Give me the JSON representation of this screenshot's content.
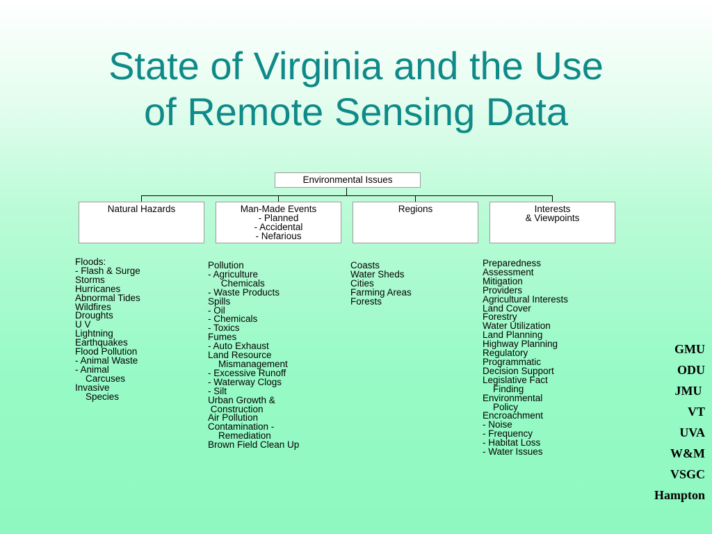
{
  "title": {
    "line1": "State of Virginia and the Use",
    "line2": "of Remote Sensing Data"
  },
  "diagram": {
    "root": "Environmental Issues",
    "categories": [
      {
        "lines": [
          "Natural Hazards"
        ]
      },
      {
        "lines": [
          "Man-Made Events",
          "- Planned",
          "- Accidental",
          "- Nefarious"
        ]
      },
      {
        "lines": [
          "Regions"
        ]
      },
      {
        "lines": [
          "Interests",
          "& Viewpoints"
        ]
      }
    ],
    "lists": [
      [
        "Floods:",
        "- Flash & Surge",
        "Storms",
        "Hurricanes",
        "Abnormal Tides",
        "Wildfires",
        "Droughts",
        "U V",
        "Lightning",
        "Earthquakes",
        "Flood Pollution",
        "- Animal Waste",
        "- Animal",
        "    Carcuses",
        "Invasive",
        "    Species"
      ],
      [
        "Pollution",
        "- Agriculture",
        "     Chemicals",
        "- Waste Products",
        "Spills",
        "- Oil",
        "- Chemicals",
        "- Toxics",
        "Fumes",
        "- Auto Exhaust",
        "Land Resource",
        "    Mismanagement",
        "- Excessive Runoff",
        "- Waterway Clogs",
        "- Silt",
        "Urban Growth &",
        " Construction",
        "Air Pollution",
        "Contamination -",
        "    Remediation",
        "Brown Field Clean Up"
      ],
      [
        "Coasts",
        "Water Sheds",
        "Cities",
        "Farming Areas",
        "Forests"
      ],
      [
        "Preparedness",
        "Assessment",
        "Mitigation",
        "Providers",
        "Agricultural Interests",
        "Land Cover",
        "Forestry",
        "Water Utilization",
        "Land Planning",
        "Highway Planning",
        "Regulatory",
        "Programmatic",
        "Decision Support",
        "Legislative Fact",
        "    Finding",
        "Environmental",
        "    Policy",
        "Encroachment",
        "- Noise",
        "- Frequency",
        "- Habitat Loss",
        "- Water Issues"
      ]
    ]
  },
  "organizations": [
    "GMU",
    "ODU",
    "JMU ",
    "VT",
    "UVA",
    "W&M",
    "VSGC",
    "Hampton"
  ]
}
